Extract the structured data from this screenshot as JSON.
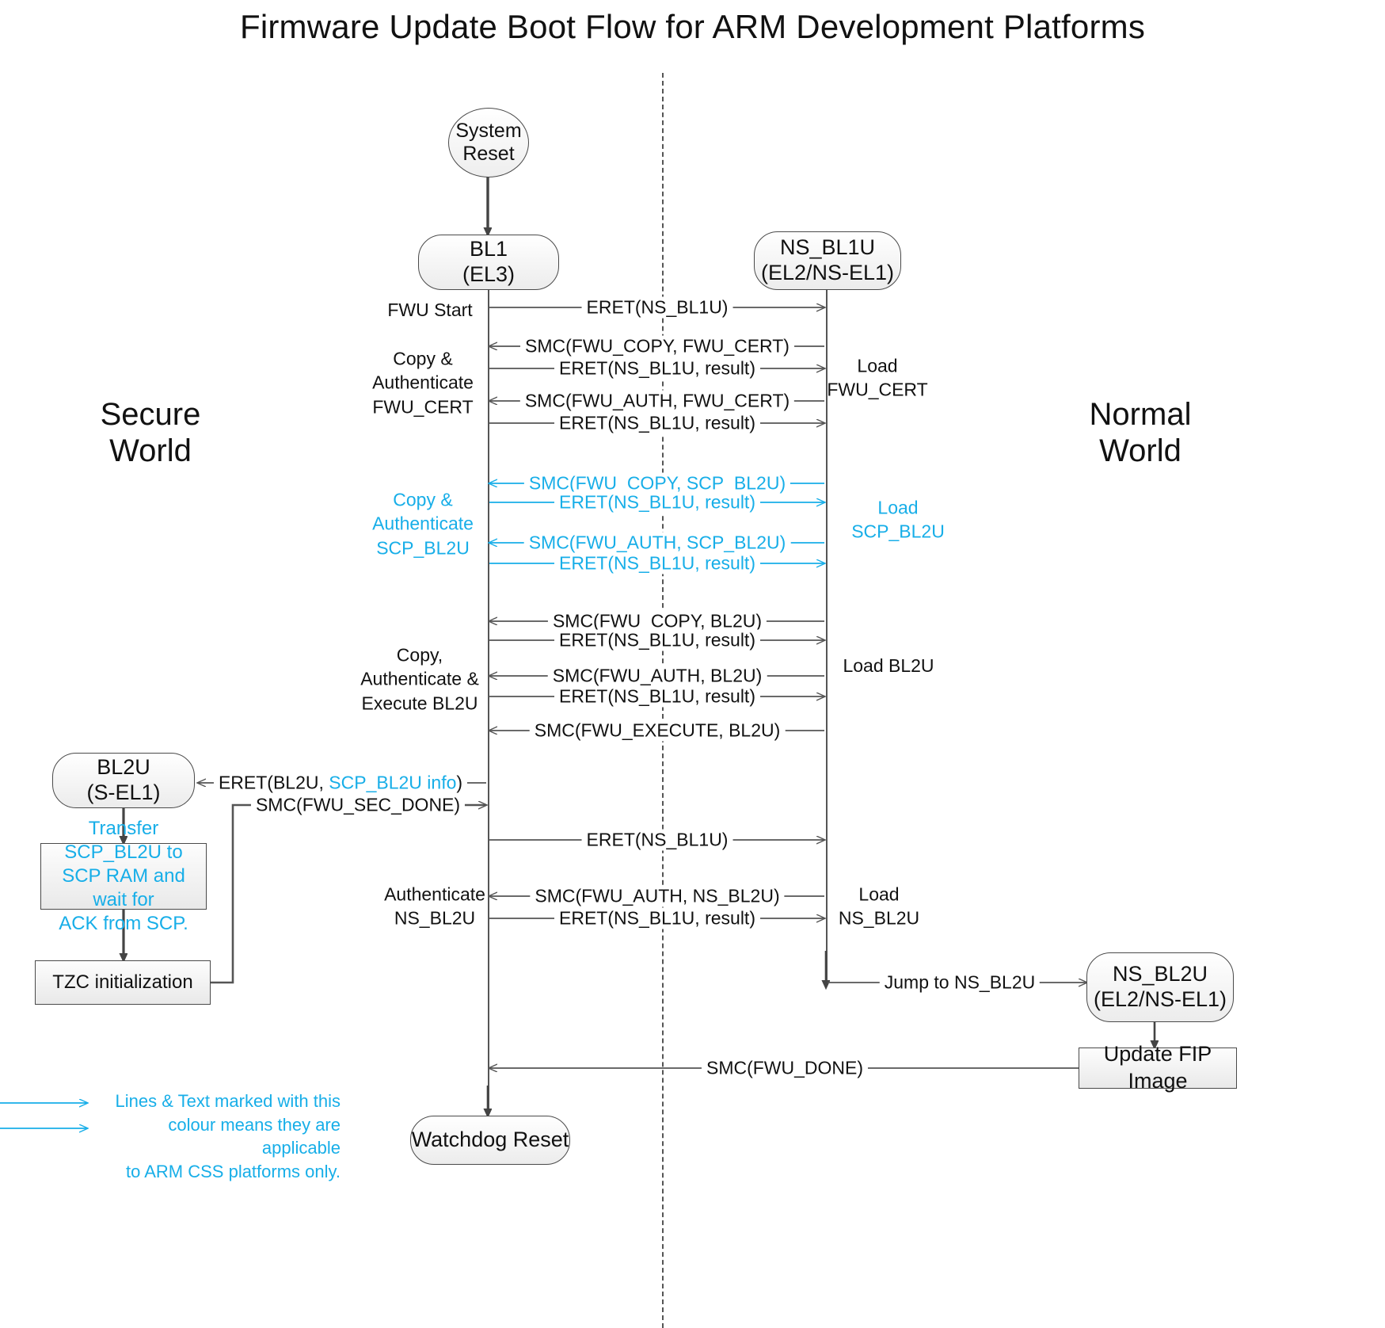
{
  "title": "Firmware Update Boot Flow for ARM Development Platforms",
  "worlds": {
    "secure": "Secure\nWorld",
    "normal": "Normal\nWorld"
  },
  "colors": {
    "css_accent": "#17aee8",
    "line": "#555555",
    "text": "#111111",
    "node_border": "#4a4a4a"
  },
  "nodes": {
    "system_reset": "System\nReset",
    "bl1": "BL1\n(EL3)",
    "ns_bl1u": "NS_BL1U\n(EL2/NS-EL1)",
    "bl2u": "BL2U\n(S-EL1)",
    "ns_bl2u": "NS_BL2U\n(EL2/NS-EL1)",
    "watchdog_reset": "Watchdog Reset",
    "transfer_scp": "Transfer SCP_BL2U to\nSCP RAM and wait for\nACK from SCP.",
    "tzc_init": "TZC initialization",
    "update_fip": "Update FIP Image"
  },
  "messages": [
    {
      "id": "m1",
      "label": "ERET(NS_BL1U)",
      "dir": "right",
      "css": false
    },
    {
      "id": "m2",
      "label": "SMC(FWU_COPY, FWU_CERT)",
      "dir": "left",
      "css": false
    },
    {
      "id": "m3",
      "label": "ERET(NS_BL1U, result)",
      "dir": "right",
      "css": false
    },
    {
      "id": "m4",
      "label": "SMC(FWU_AUTH, FWU_CERT)",
      "dir": "left",
      "css": false
    },
    {
      "id": "m5",
      "label": "ERET(NS_BL1U, result)",
      "dir": "right",
      "css": false
    },
    {
      "id": "m6",
      "label": "SMC(FWU_COPY, SCP_BL2U)",
      "dir": "left",
      "css": true
    },
    {
      "id": "m7",
      "label": "ERET(NS_BL1U, result)",
      "dir": "right",
      "css": true
    },
    {
      "id": "m8",
      "label": "SMC(FWU_AUTH, SCP_BL2U)",
      "dir": "left",
      "css": true
    },
    {
      "id": "m9",
      "label": "ERET(NS_BL1U, result)",
      "dir": "right",
      "css": true
    },
    {
      "id": "m10",
      "label": "SMC(FWU_COPY, BL2U)",
      "dir": "left",
      "css": false
    },
    {
      "id": "m11",
      "label": "ERET(NS_BL1U, result)",
      "dir": "right",
      "css": false
    },
    {
      "id": "m12",
      "label": "SMC(FWU_AUTH, BL2U)",
      "dir": "left",
      "css": false
    },
    {
      "id": "m13",
      "label": "ERET(NS_BL1U, result)",
      "dir": "right",
      "css": false
    },
    {
      "id": "m14",
      "label": "SMC(FWU_EXECUTE, BL2U)",
      "dir": "left",
      "css": false
    },
    {
      "id": "m15",
      "label": "SMC(FWU_SEC_DONE)",
      "dir": "right",
      "css": false
    },
    {
      "id": "m16",
      "label": "ERET(NS_BL1U)",
      "dir": "right",
      "css": false
    },
    {
      "id": "m17",
      "label": "SMC(FWU_AUTH, NS_BL2U)",
      "dir": "left",
      "css": false
    },
    {
      "id": "m18",
      "label": "ERET(NS_BL1U, result)",
      "dir": "right",
      "css": false
    },
    {
      "id": "m19",
      "label": "Jump to NS_BL2U",
      "dir": "right",
      "css": false
    },
    {
      "id": "m20",
      "label": "SMC(FWU_DONE)",
      "dir": "left",
      "css": false
    }
  ],
  "eret_bl2u": {
    "prefix": "ERET(BL2U, ",
    "accent": "SCP_BL2U info",
    "suffix": ")"
  },
  "left_notes": [
    {
      "id": "n1",
      "text": "FWU Start",
      "css": false
    },
    {
      "id": "n2",
      "text": "Copy &\nAuthenticate\nFWU_CERT",
      "css": false
    },
    {
      "id": "n3",
      "text": "Copy &\nAuthenticate\nSCP_BL2U",
      "css": true
    },
    {
      "id": "n4",
      "text": "Copy,\nAuthenticate &\nExecute BL2U",
      "css": false
    },
    {
      "id": "n5",
      "text": "Authenticate\nNS_BL2U",
      "css": false
    }
  ],
  "right_notes": [
    {
      "id": "r1",
      "text": "Load\nFWU_CERT",
      "css": false
    },
    {
      "id": "r2",
      "text": "Load\nSCP_BL2U",
      "css": true
    },
    {
      "id": "r3",
      "text": "Load BL2U",
      "css": false
    },
    {
      "id": "r4",
      "text": "Load\nNS_BL2U",
      "css": false
    }
  ],
  "legend": {
    "text": "Lines & Text marked with this\ncolour means they are applicable\nto ARM CSS platforms only."
  }
}
